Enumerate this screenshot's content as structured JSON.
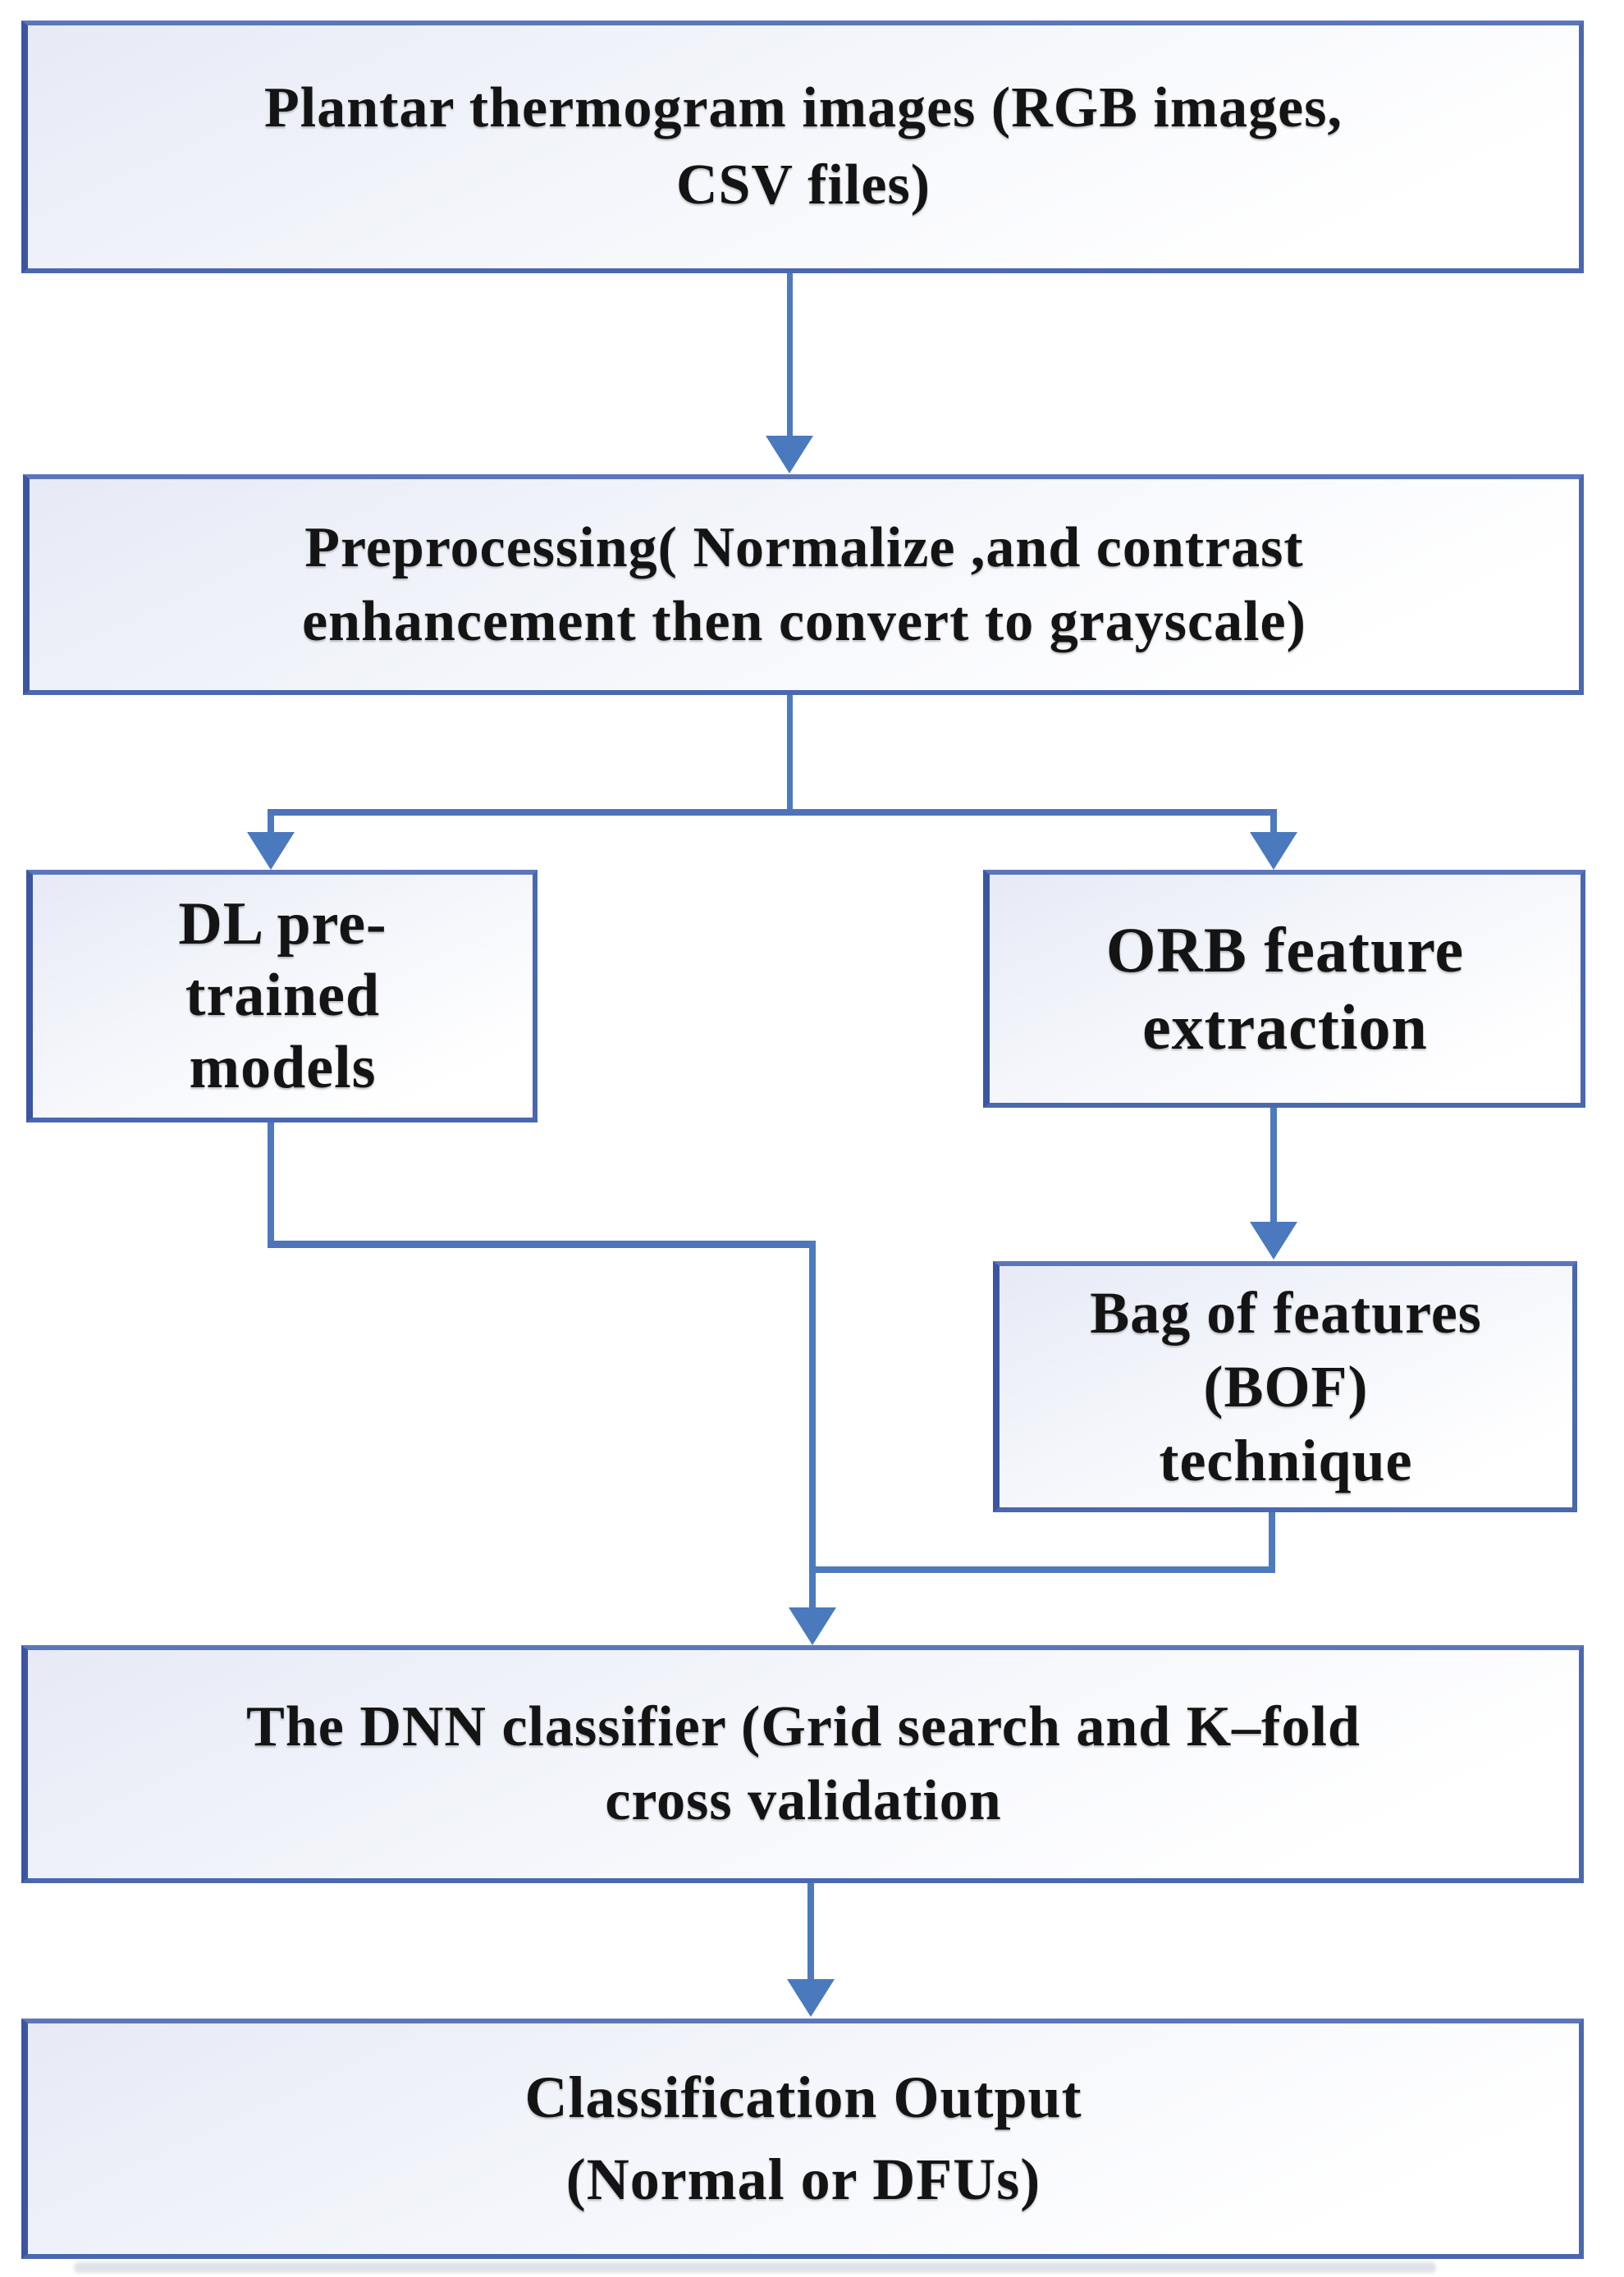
{
  "diagram": {
    "type": "flowchart",
    "nodes": {
      "input": {
        "label": "Plantar thermogram images (RGB images,\nCSV files)"
      },
      "preprocess": {
        "label": "Preprocessing( Normalize ,and contrast\nenhancement then convert to grayscale)"
      },
      "dl": {
        "label": "DL pre-\ntrained\nmodels"
      },
      "orb": {
        "label": "ORB feature\nextraction"
      },
      "bof": {
        "label": "Bag of features\n(BOF)\ntechnique"
      },
      "dnn": {
        "label": "The DNN classifier (Grid search and K–fold\ncross validation"
      },
      "output": {
        "label": "Classification Output\n(Normal or DFUs)"
      }
    },
    "edges": [
      {
        "from": "input",
        "to": "preprocess",
        "style": "arrow"
      },
      {
        "from": "preprocess",
        "to": "dl",
        "style": "arrow"
      },
      {
        "from": "preprocess",
        "to": "orb",
        "style": "arrow"
      },
      {
        "from": "orb",
        "to": "bof",
        "style": "arrow"
      },
      {
        "from": "dl",
        "to": "dnn",
        "style": "arrow"
      },
      {
        "from": "bof",
        "to": "dnn",
        "style": "arrow"
      },
      {
        "from": "dnn",
        "to": "output",
        "style": "arrow"
      }
    ],
    "colors": {
      "box_border": "#4a68af",
      "box_border_left": "#3c55a3",
      "box_fill_top": "#e7eaf6",
      "box_fill_bottom": "#ffffff",
      "connector": "#4d7abe",
      "arrowhead": "#4a79be",
      "text": "#141414",
      "background": "#ffffff"
    }
  }
}
